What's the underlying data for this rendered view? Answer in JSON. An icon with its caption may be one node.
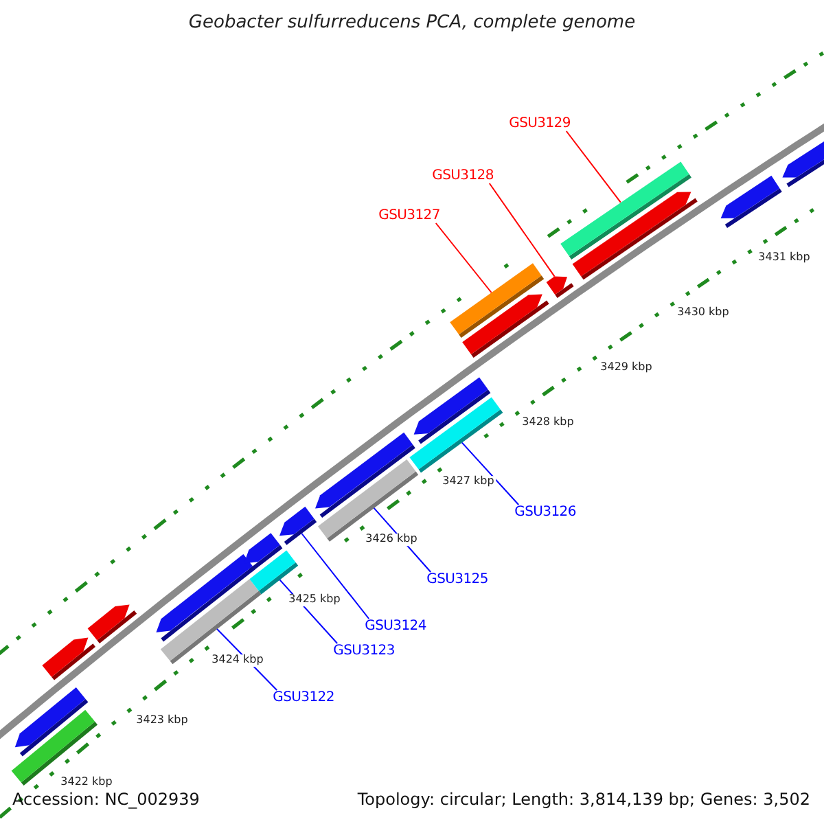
{
  "diagram": {
    "title": "Geobacter sulfurreducens PCA, complete genome",
    "nodes": [
      {
        "text": [
          "GSU3122"
        ]
      },
      {
        "text": [
          "GSU3123"
        ]
      },
      {
        "text": [
          "GSU3124"
        ]
      },
      {
        "text": [
          "GSU3125"
        ]
      },
      {
        "text": [
          "GSU3126"
        ]
      },
      {
        "text": [
          "GSU3127"
        ]
      },
      {
        "text": [
          "GSU3128"
        ]
      },
      {
        "text": [
          "GSU3129"
        ]
      },
      {
        "text": [],
        "shape": "bar"
      },
      {
        "text": [],
        "shape": "arrow"
      },
      {
        "text": [],
        "shape": "arrow"
      },
      {
        "text": [],
        "shape": "arrow"
      },
      {
        "text": [],
        "shape": "bar"
      },
      {
        "text": [],
        "shape": "arrow"
      },
      {
        "text": [],
        "shape": "bar"
      },
      {
        "text": [],
        "shape": "arrow"
      },
      {
        "text": [],
        "shape": "arrow"
      },
      {
        "text": [],
        "shape": "bar"
      },
      {
        "text": [],
        "shape": "arrow"
      },
      {
        "text": [],
        "shape": "bar"
      },
      {
        "text": [],
        "shape": "arrow"
      },
      {
        "text": [],
        "shape": "arrow"
      },
      {
        "text": [],
        "shape": "bar"
      },
      {
        "text": [],
        "shape": "arrow"
      },
      {
        "text": [],
        "shape": "arrow"
      },
      {
        "text": [],
        "shape": "bar"
      },
      {
        "text": [],
        "shape": "arrow"
      },
      {
        "text": [],
        "shape": "arrow"
      }
    ],
    "edges": [
      {
        "from": 0,
        "to": 12,
        "arrow": "none"
      },
      {
        "from": 1,
        "to": 14,
        "arrow": "none"
      },
      {
        "from": 2,
        "to": 16,
        "arrow": "none"
      },
      {
        "from": 3,
        "to": 17,
        "arrow": "none"
      },
      {
        "from": 4,
        "to": 19,
        "arrow": "none"
      },
      {
        "from": 5,
        "to": 22,
        "arrow": "none",
        "color": "#ff0000"
      },
      {
        "from": 6,
        "to": 23,
        "arrow": "none",
        "color": "#ff0000"
      },
      {
        "from": 7,
        "to": 25,
        "arrow": "none",
        "color": "#ff0000"
      }
    ],
    "labels": [
      "3431 kbp",
      "3430 kbp",
      "3429 kbp",
      "3428 kbp",
      "3427 kbp",
      "3426 kbp",
      "3425 kbp",
      "3424 kbp",
      "3423 kbp",
      "3422 kbp",
      "Accession: NC_002939",
      "Topology: circular; Length: 3,814,139 bp; Genes: 3,502"
    ]
  }
}
